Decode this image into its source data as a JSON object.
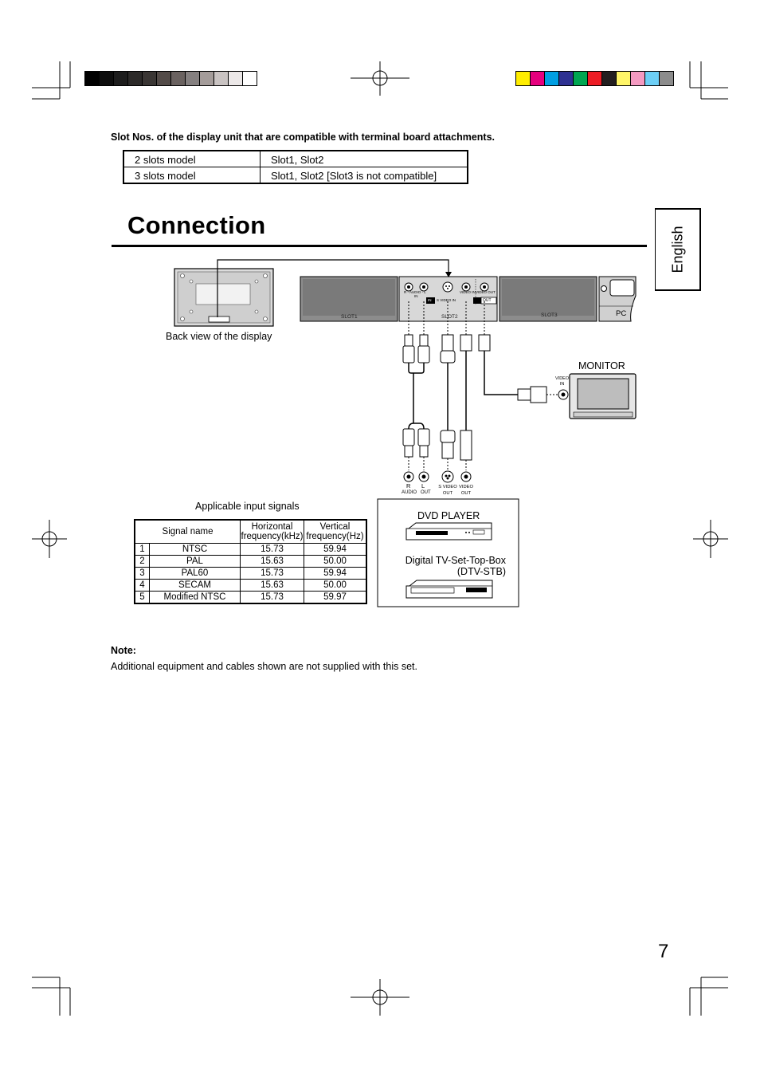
{
  "colors": {
    "gray_bars": [
      "#000000",
      "#0e0e0e",
      "#1d1d1d",
      "#2c2a29",
      "#3a3634",
      "#534b48",
      "#6a6260",
      "#858080",
      "#a49c9a",
      "#c9c3c2",
      "#ece8e8",
      "#ffffff"
    ],
    "color_bars": [
      "#ffed00",
      "#e6007e",
      "#009fe3",
      "#2e3192",
      "#00a651",
      "#ed1c24",
      "#231f20",
      "#fff568",
      "#f49ac1",
      "#6dcff6",
      "#8c8c8c"
    ]
  },
  "intro": {
    "heading": "Slot Nos. of the display unit that are compatible with terminal board attachments."
  },
  "slot_table": [
    {
      "model": "2 slots model",
      "slots": "Slot1, Slot2"
    },
    {
      "model": "3 slots model",
      "slots": "Slot1, Slot2 [Slot3 is not compatible]"
    }
  ],
  "section": {
    "title": "Connection",
    "language_tab": "English"
  },
  "diagram": {
    "back_view_label": "Back view of the display",
    "slot1": "SLOT1",
    "slot2": "SLOT2",
    "slot3": "SLOT3",
    "pc": "PC",
    "in_badge": "IN",
    "out_badge": "OUT",
    "panel_audio": "R - AUDIO - L",
    "panel_in": "IN",
    "panel_svideo_in": "S VIDEO IN",
    "panel_video_in": "VIDEO IN",
    "panel_video_out": "VIDEO OUT",
    "monitor_label": "MONITOR",
    "monitor_video": "VIDEO",
    "monitor_in": "IN",
    "jack_r": "R",
    "jack_l": "L",
    "jack_audio": "AUDIO",
    "jack_out": "OUT",
    "jack_svideo": "S VIDEO",
    "jack_svideo_out": "OUT",
    "jack_video": "VIDEO",
    "jack_video_out": "OUT",
    "dvd_label": "DVD PLAYER",
    "stb_line1": "Digital TV-Set-Top-Box",
    "stb_line2": "(DTV-STB)"
  },
  "signals": {
    "caption": "Applicable input signals",
    "headers": {
      "name": "Signal name",
      "h1": "Horizontal",
      "h2": "frequency(kHz)",
      "v1": "Vertical",
      "v2": "frequency(Hz)"
    },
    "rows": [
      {
        "no": "1",
        "name": "NTSC",
        "h": "15.73",
        "v": "59.94"
      },
      {
        "no": "2",
        "name": "PAL",
        "h": "15.63",
        "v": "50.00"
      },
      {
        "no": "3",
        "name": "PAL60",
        "h": "15.73",
        "v": "59.94"
      },
      {
        "no": "4",
        "name": "SECAM",
        "h": "15.63",
        "v": "50.00"
      },
      {
        "no": "5",
        "name": "Modified NTSC",
        "h": "15.73",
        "v": "59.97"
      }
    ]
  },
  "note": {
    "title": "Note:",
    "text": "Additional equipment and cables shown are not supplied with this set."
  },
  "page_number": "7"
}
